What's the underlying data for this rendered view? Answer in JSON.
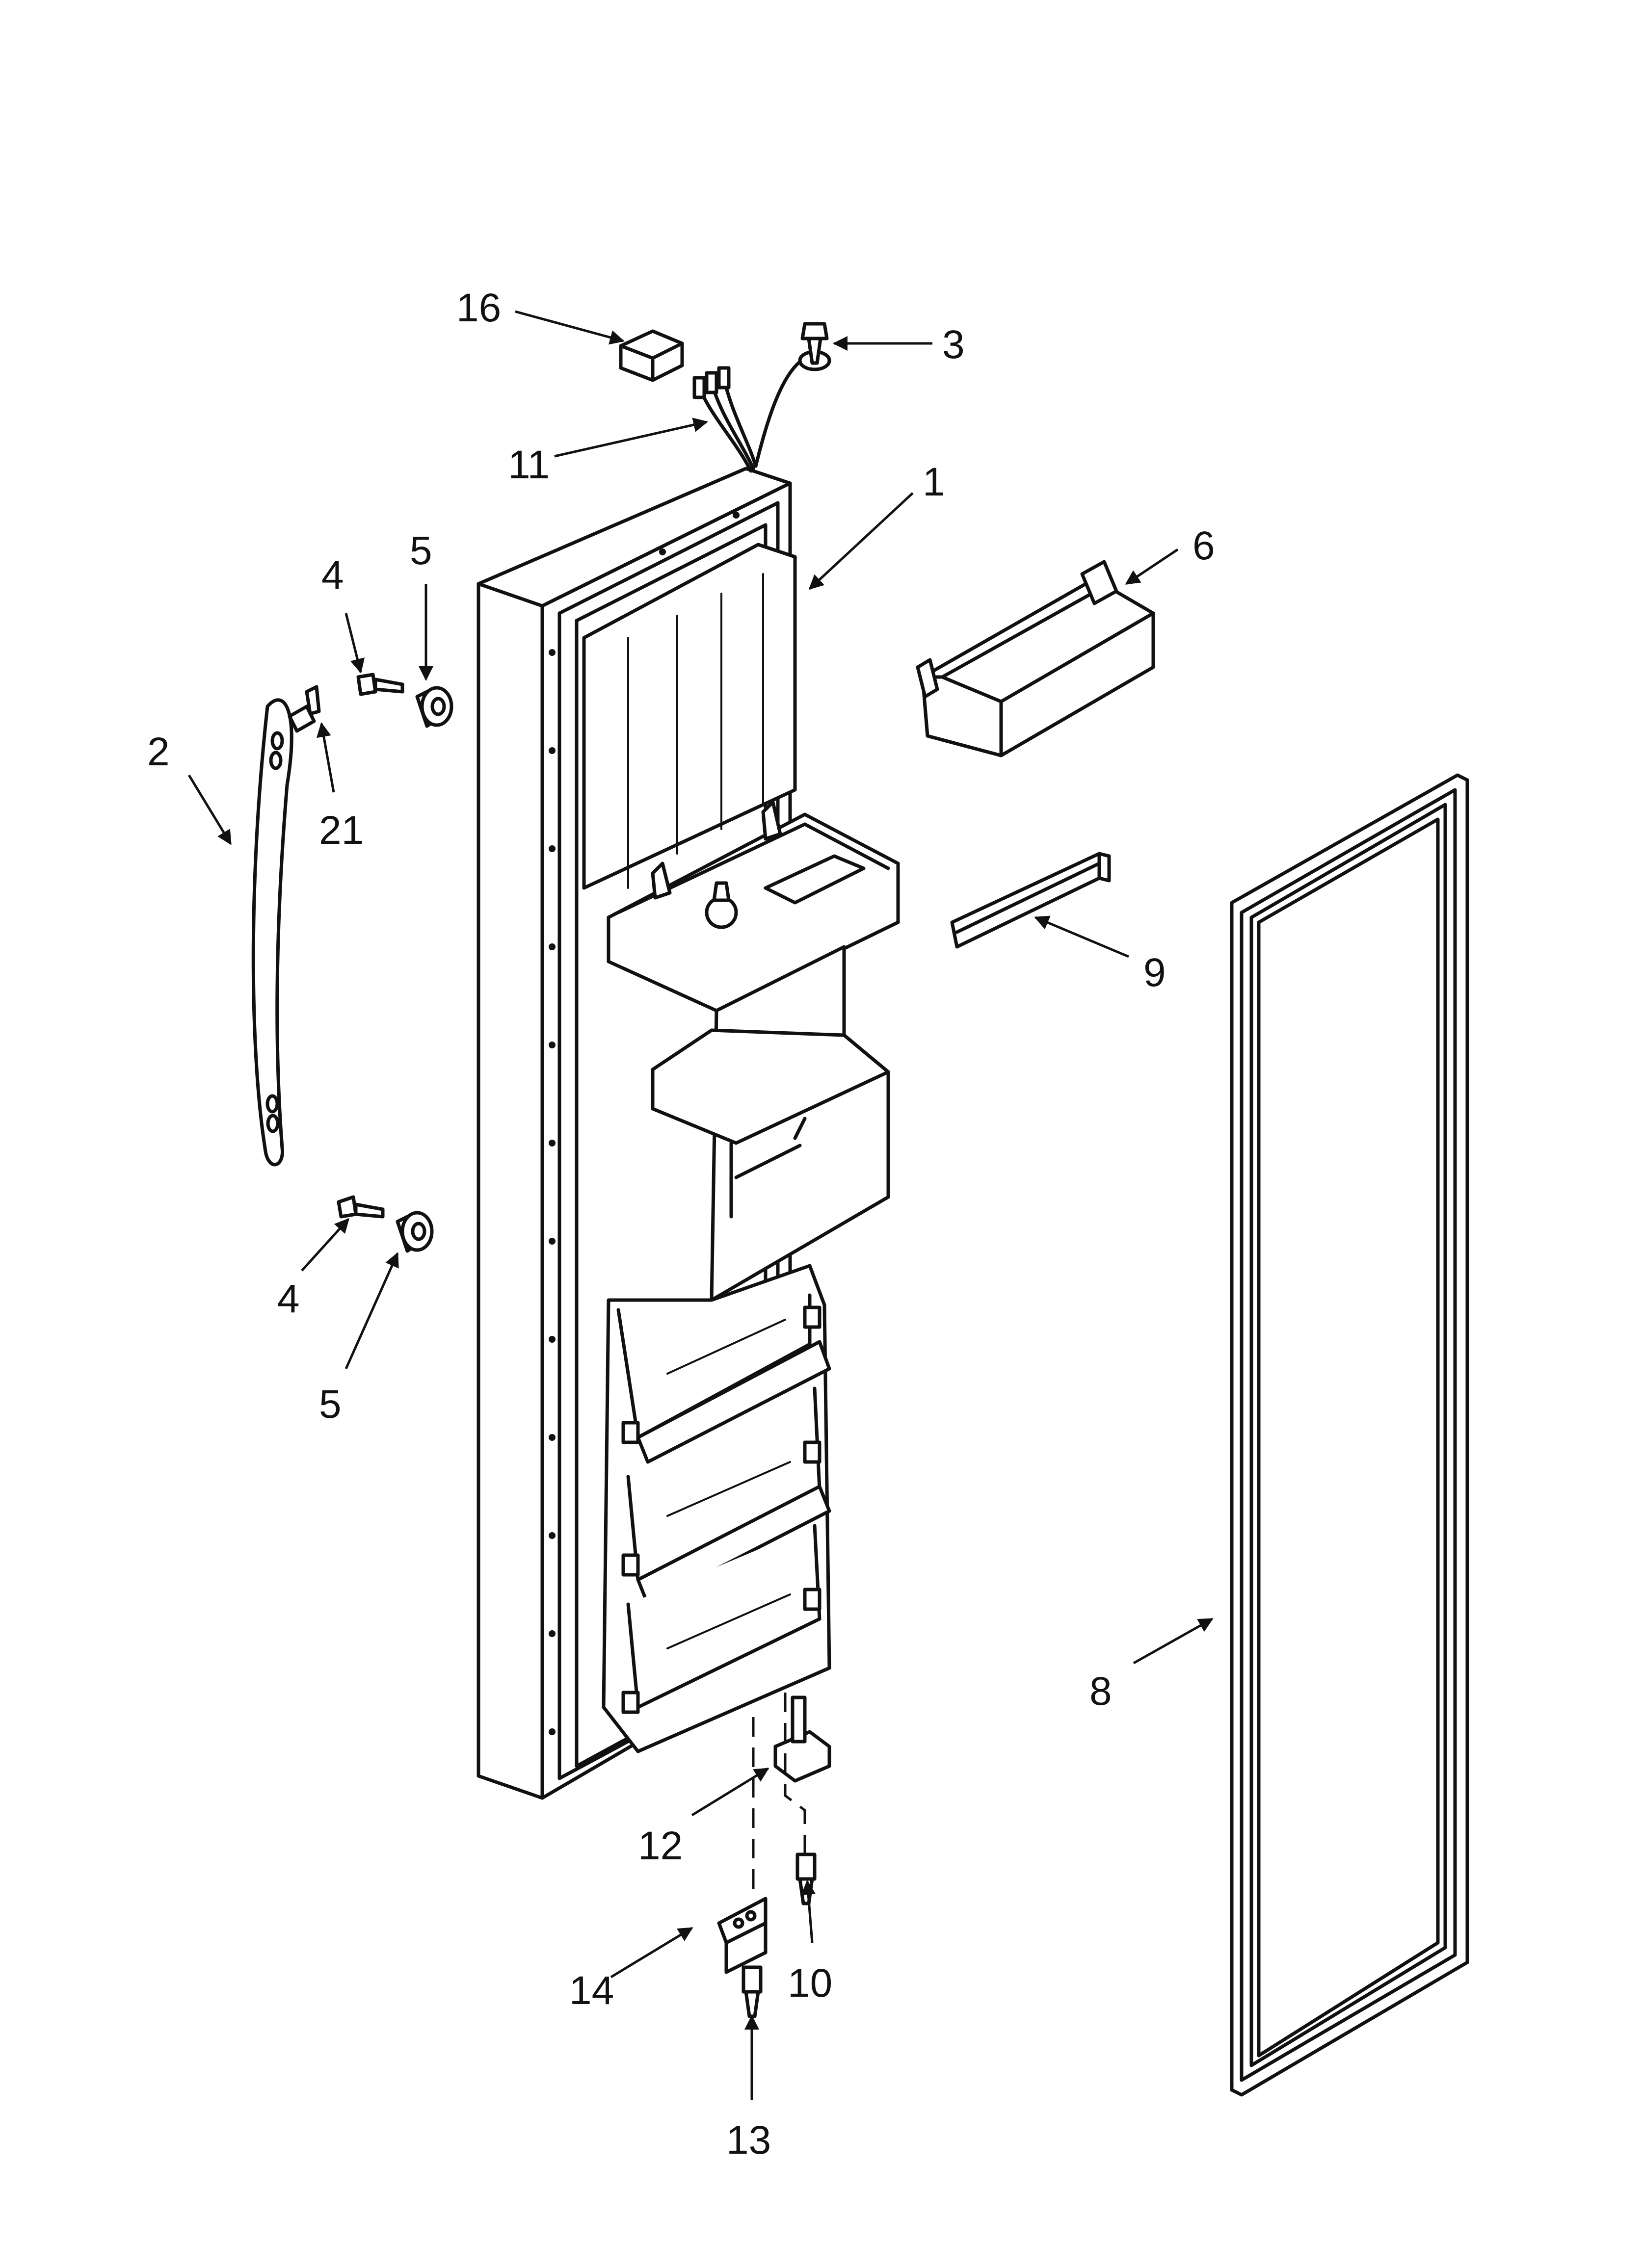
{
  "diagram": {
    "callouts": [
      {
        "number": "1"
      },
      {
        "number": "2"
      },
      {
        "number": "3"
      },
      {
        "number": "4"
      },
      {
        "number": "4"
      },
      {
        "number": "5"
      },
      {
        "number": "5"
      },
      {
        "number": "6"
      },
      {
        "number": "8"
      },
      {
        "number": "9"
      },
      {
        "number": "10"
      },
      {
        "number": "11"
      },
      {
        "number": "12"
      },
      {
        "number": "13"
      },
      {
        "number": "14"
      },
      {
        "number": "16"
      },
      {
        "number": "21"
      }
    ]
  }
}
